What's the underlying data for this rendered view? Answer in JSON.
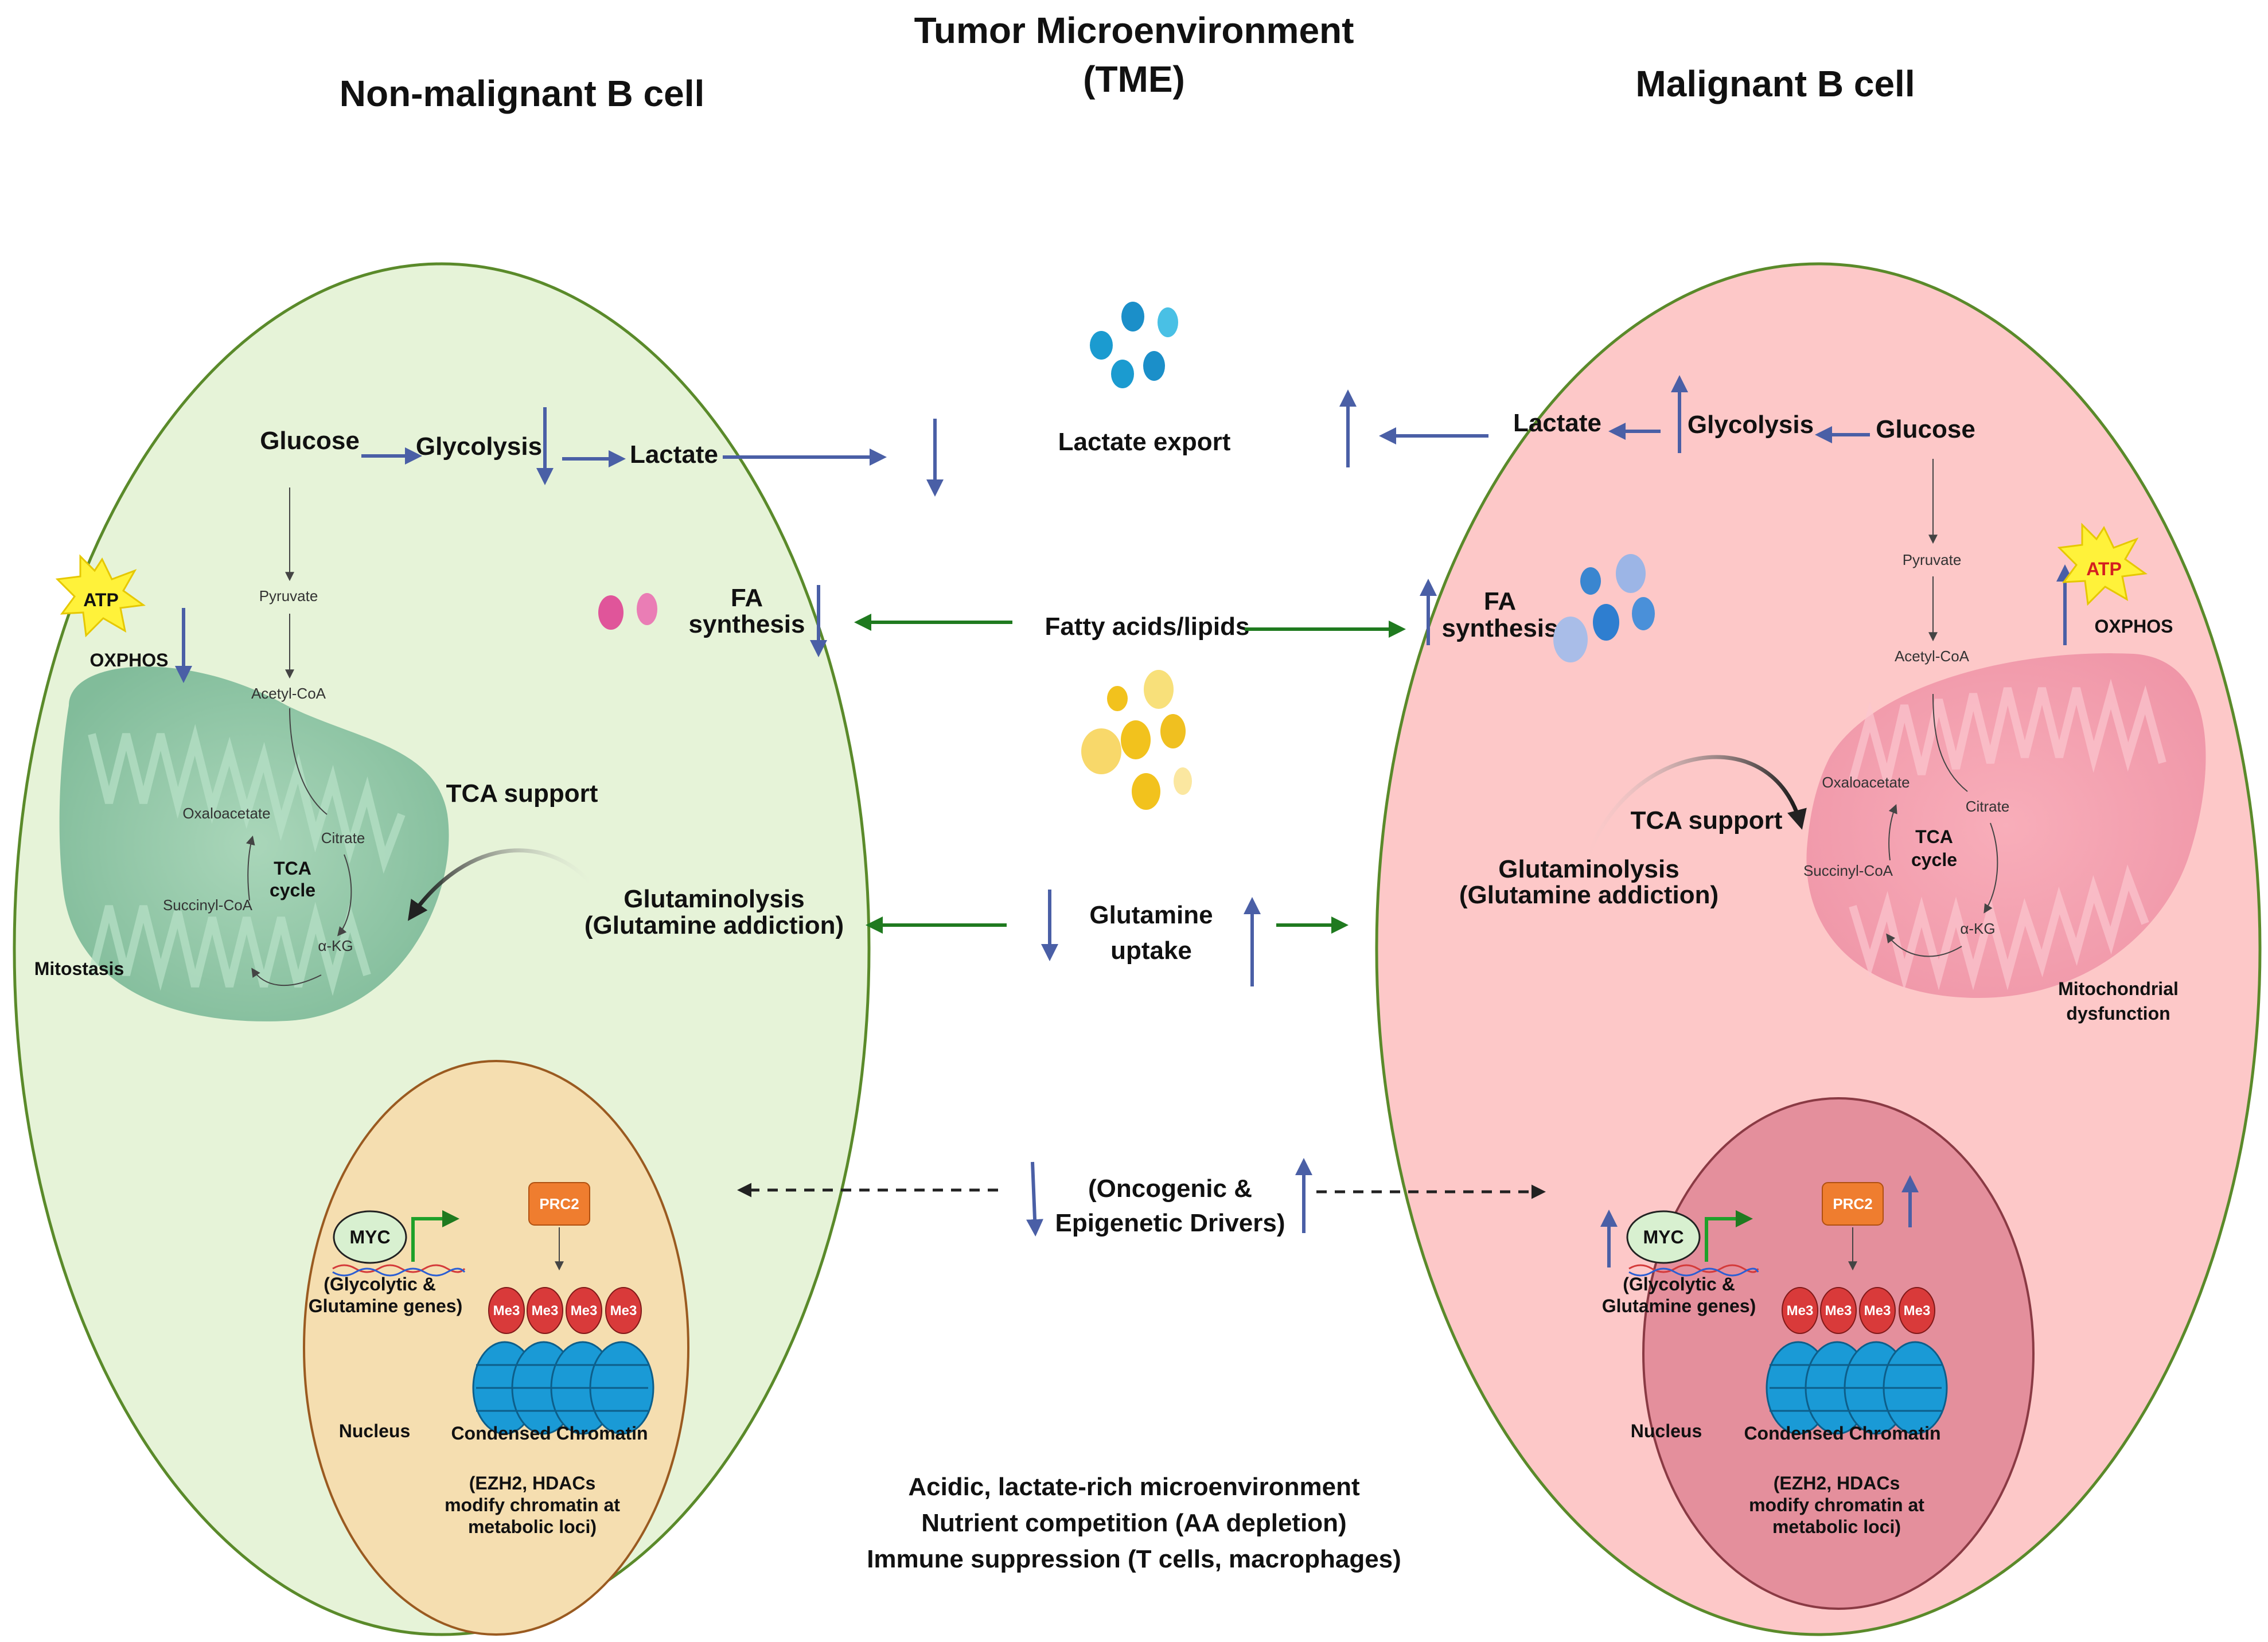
{
  "title": {
    "line1": "Tumor Microenvironment",
    "line2": "(TME)"
  },
  "left_cell": {
    "title": "Non-malignant B cell",
    "glucose": "Glucose",
    "glycolysis": "Glycolysis",
    "lactate": "Lactate",
    "atp": "ATP",
    "oxphos": "OXPHOS",
    "pyruvate": "Pyruvate",
    "acetyl_coa": "Acetyl-CoA",
    "oxaloacetate": "Oxaloacetate",
    "citrate": "Citrate",
    "tca_line1": "TCA",
    "tca_line2": "cycle",
    "succinyl_coa": "Succinyl-CoA",
    "akg": "α-KG",
    "tca_support": "TCA support",
    "fa_line1": "FA",
    "fa_line2": "synthesis",
    "glutaminolysis_line1": "Glutaminolysis",
    "glutaminolysis_line2": "(Glutamine addiction)",
    "mito_label": "Mitostasis",
    "myc": "MYC",
    "genes_line1": "(Glycolytic &",
    "genes_line2": "Glutamine genes)",
    "prc2": "PRC2",
    "me3": [
      "Me3",
      "Me3",
      "Me3",
      "Me3"
    ],
    "nucleus": "Nucleus",
    "chromatin": "Condensed Chromatin",
    "ezh2_line1": "(EZH2, HDACs",
    "ezh2_line2": "modify chromatin at",
    "ezh2_line3": "metabolic loci)"
  },
  "right_cell": {
    "title": "Malignant B cell",
    "glucose": "Glucose",
    "glycolysis": "Glycolysis",
    "lactate": "Lactate",
    "atp": "ATP",
    "oxphos": "OXPHOS",
    "pyruvate": "Pyruvate",
    "acetyl_coa": "Acetyl-CoA",
    "oxaloacetate": "Oxaloacetate",
    "citrate": "Citrate",
    "tca_line1": "TCA",
    "tca_line2": "cycle",
    "succinyl_coa": "Succinyl-CoA",
    "akg": "α-KG",
    "tca_support": "TCA support",
    "fa_line1": "FA",
    "fa_line2": "synthesis",
    "glutaminolysis_line1": "Glutaminolysis",
    "glutaminolysis_line2": "(Glutamine addiction)",
    "mito_line1": "Mitochondrial",
    "mito_line2": "dysfunction",
    "myc": "MYC",
    "genes_line1": "(Glycolytic &",
    "genes_line2": "Glutamine genes)",
    "prc2": "PRC2",
    "me3": [
      "Me3",
      "Me3",
      "Me3",
      "Me3"
    ],
    "nucleus": "Nucleus",
    "chromatin": "Condensed Chromatin",
    "ezh2_line1": "(EZH2, HDACs",
    "ezh2_line2": "modify chromatin at",
    "ezh2_line3": "metabolic loci)"
  },
  "center": {
    "lactate_export": "Lactate export",
    "fatty_acids": "Fatty acids/lipids",
    "glutamine_line1": "Glutamine",
    "glutamine_line2": "uptake",
    "drivers_line1": "(Oncogenic &",
    "drivers_line2": "Epigenetic Drivers)",
    "bottom_line1": "Acidic, lactate-rich microenvironment",
    "bottom_line2": "Nutrient competition (AA depletion)",
    "bottom_line3": "Immune suppression (T cells, macrophages)"
  },
  "colors": {
    "left_cell_fill": "#e6f3d8",
    "left_cell_stroke": "#5a8a2a",
    "right_cell_fill": "#fdc8c8",
    "right_cell_stroke": "#5a8a2a",
    "left_nucleus_fill": "#f5deb0",
    "right_nucleus_fill": "#e48f9c",
    "blue_arrow": "#4a5fa6",
    "green_arrow": "#1f7a1f",
    "me3_red": "#d93a3a",
    "prc2_orange": "#ef7d2f",
    "chromatin_blue": "#1a9ad6"
  }
}
